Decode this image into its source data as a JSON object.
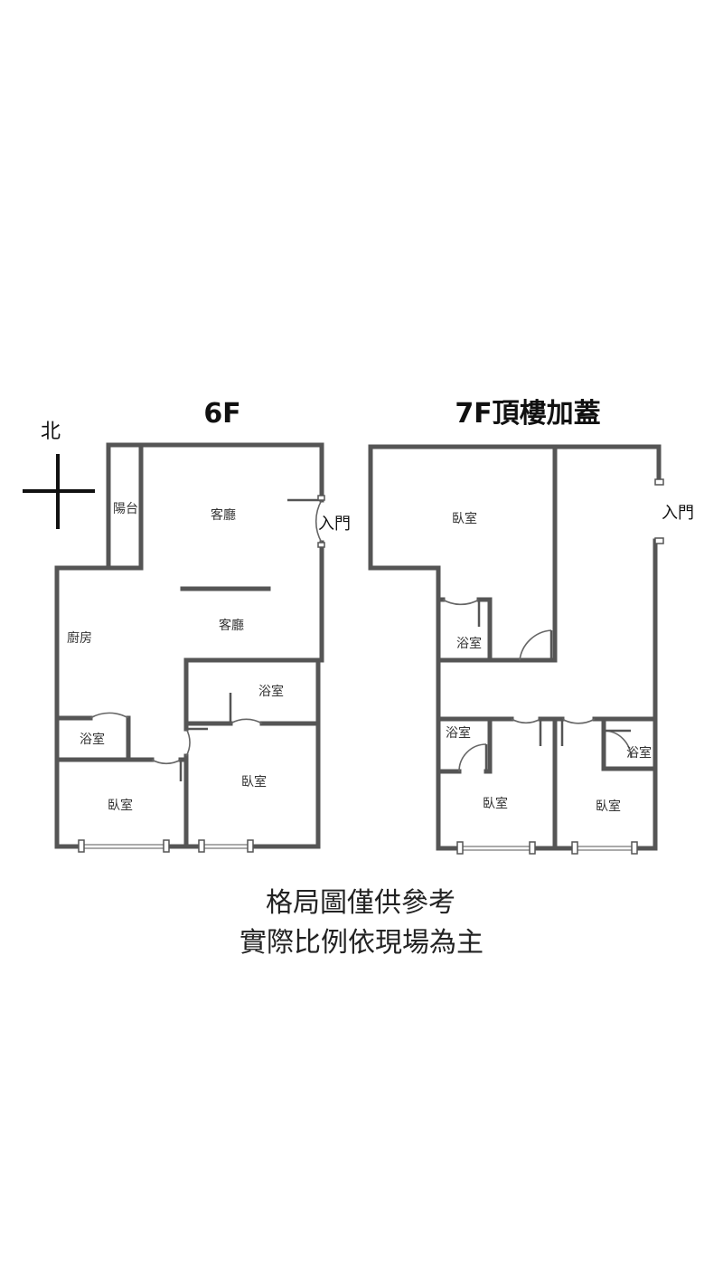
{
  "compass": {
    "north_label": "北",
    "icon": "compass-cross-icon"
  },
  "floor6": {
    "title": "6F",
    "rooms": {
      "balcony": "陽台",
      "living_upper": "客廳",
      "living_lower": "客廳",
      "entry": "入門",
      "kitchen": "廚房",
      "bath_mid": "浴室",
      "bath_left": "浴室",
      "bedroom_left": "臥室",
      "bedroom_right": "臥室"
    }
  },
  "floor7": {
    "title": "7F頂樓加蓋",
    "rooms": {
      "bedroom_top": "臥室",
      "entry": "入門",
      "bath_upper": "浴室",
      "bath_left": "浴室",
      "bath_right": "浴室",
      "bedroom_left": "臥室",
      "bedroom_right": "臥室"
    }
  },
  "note": {
    "line1": "格局圖僅供參考",
    "line2": "實際比例依現場為主"
  },
  "colors": {
    "wall": "#555555",
    "background": "#ffffff"
  }
}
